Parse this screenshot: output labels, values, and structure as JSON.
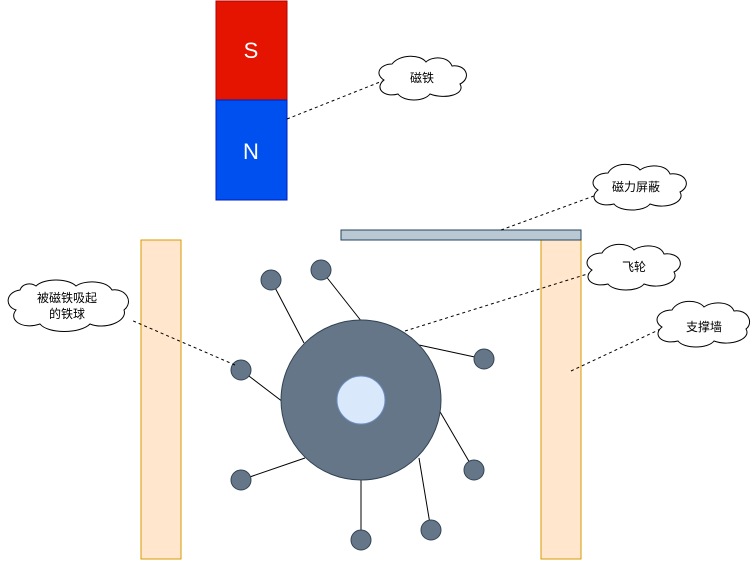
{
  "magnet": {
    "south_label": "S",
    "north_label": "N",
    "south_color": "#e51400",
    "north_color": "#0050ef"
  },
  "callouts": {
    "magnet": "磁铁",
    "shield": "磁力屏蔽",
    "flywheel": "飞轮",
    "wall": "支撑墙",
    "balls_line1": "被磁铁吸起",
    "balls_line2": "的铁球"
  },
  "colors": {
    "wall_fill": "#ffe6cc",
    "wall_stroke": "#d79b00",
    "shield_fill": "#bac8d3",
    "shield_stroke": "#23445d",
    "flywheel_fill": "#647687",
    "flywheel_stroke": "#314354",
    "hub_fill": "#dae8fc",
    "hub_stroke": "#6c8ebf",
    "ball_fill": "#647687"
  }
}
